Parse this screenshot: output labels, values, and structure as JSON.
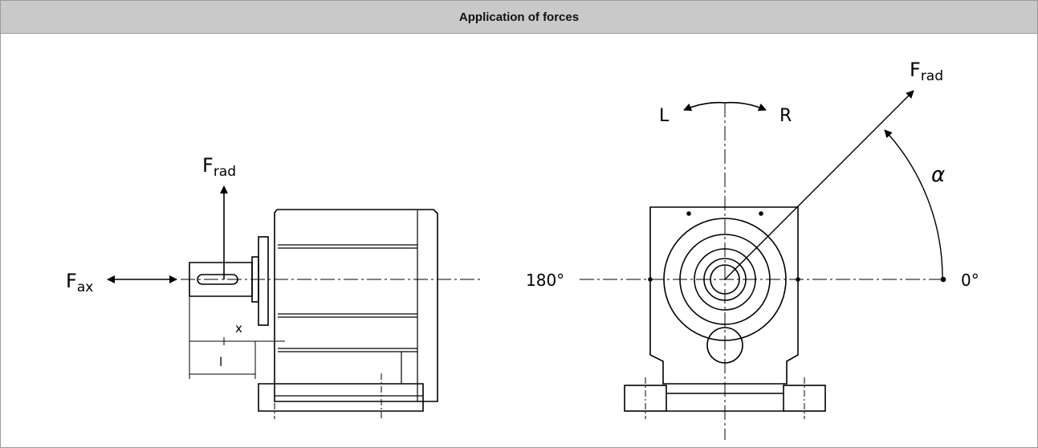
{
  "title": "Application of forces",
  "labels": {
    "f": "F",
    "rad": "rad",
    "ax": "ax",
    "x": "x",
    "l": "l",
    "L": "L",
    "R": "R",
    "alpha": "α",
    "deg180": "180°",
    "deg0": "0°"
  }
}
